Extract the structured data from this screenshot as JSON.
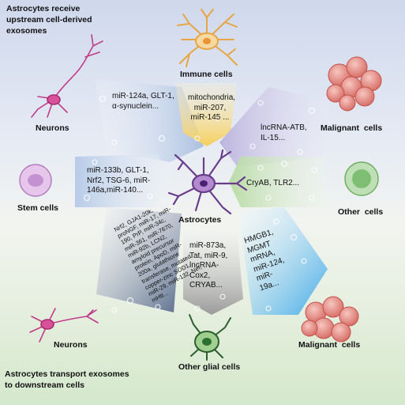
{
  "header_top": "Astrocytes receive upstream cell-derived exosomes",
  "header_bottom": "Astrocytes transport exosomes to downstream cells",
  "center_label": "Astrocytes",
  "cells": {
    "immune": "Immune cells",
    "neurons_top": "Neurons",
    "malignant_top": "Malignant  cells",
    "stem": "Stem cells",
    "other": "Other  cells",
    "neurons_bottom": "Neurons",
    "other_glial": "Other glial cells",
    "malignant_bottom": "Malignant  cells"
  },
  "cargo": {
    "immune": "mitochondria, miR-207, miR-145 ...",
    "neurons_top": "miR-124a, GLT-1, α-synuclein...",
    "malignant_top": "lncRNA-ATB, IL-15...",
    "stem": "miR-133b, GLT-1, Nrf2, TSG-6, miR-146a,miR-140...",
    "other": "CryAB, TLR2...",
    "neurons_bottom": "Nrf2, GJA1-20k, proNGF, miR-17, miR-190, PrP, miR-34c, miR-361, miR-7670, miR-92b, LCN2, amyloid precursor protein, ApoD, miR-200a, glutathione transferase, mutated copper-zinc SOD1, miR-29, miR-132, Nef, mHtt...",
    "other_glial": "miR-873a, Tat, miR-9, lncRNA-Cox2, CRYAB...",
    "malignant_bottom": "HMGB1, MGMT mRNA, miR-124, miR-19a..."
  }
}
